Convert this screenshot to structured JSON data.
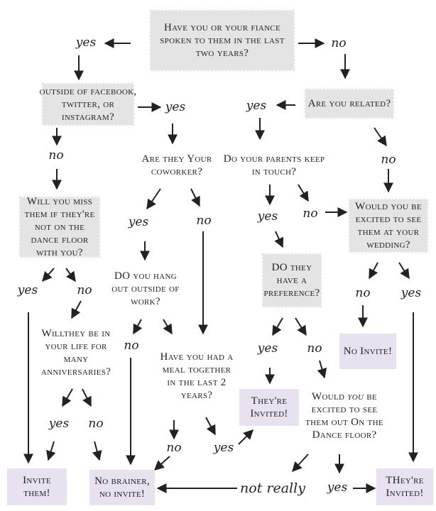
{
  "colors": {
    "grey_shape": "#e4e4e4",
    "result_box": "#e7e1f0",
    "ink": "#222222"
  },
  "questions": {
    "spoken": "Have you or your fiance spoken to them in the last two years?",
    "outside_social": "outside of facebook, twitter, or instagram?",
    "related": "Are you related?",
    "coworker": "Are they Your coworker?",
    "parents": "Do your parents keep in touch?",
    "miss": "Will you miss them if they're not on the dance floor with you?",
    "excited": "Would you be excited to see them at your wedding?",
    "hangout": "DO you hang out outside of work?",
    "preference": "DO they have a preference?",
    "life": "Willthey be in your life for many anniversaries?",
    "meal": "Have you had a meal together in the last 2 years?",
    "dance_pre": "Would ",
    "dance_em": "you",
    "dance_post": " be excited to see them out On the Dance floor?"
  },
  "results": {
    "no_invite": "No Invite!",
    "theyre_invited_mid": "They're Invited!",
    "invite_them": "Invite them!",
    "no_brainer": "No brainer, no invite!",
    "theyre_invited_right": "THey're Invited!"
  },
  "answers": {
    "yes": "yes",
    "no": "no",
    "not_really": "not really"
  }
}
